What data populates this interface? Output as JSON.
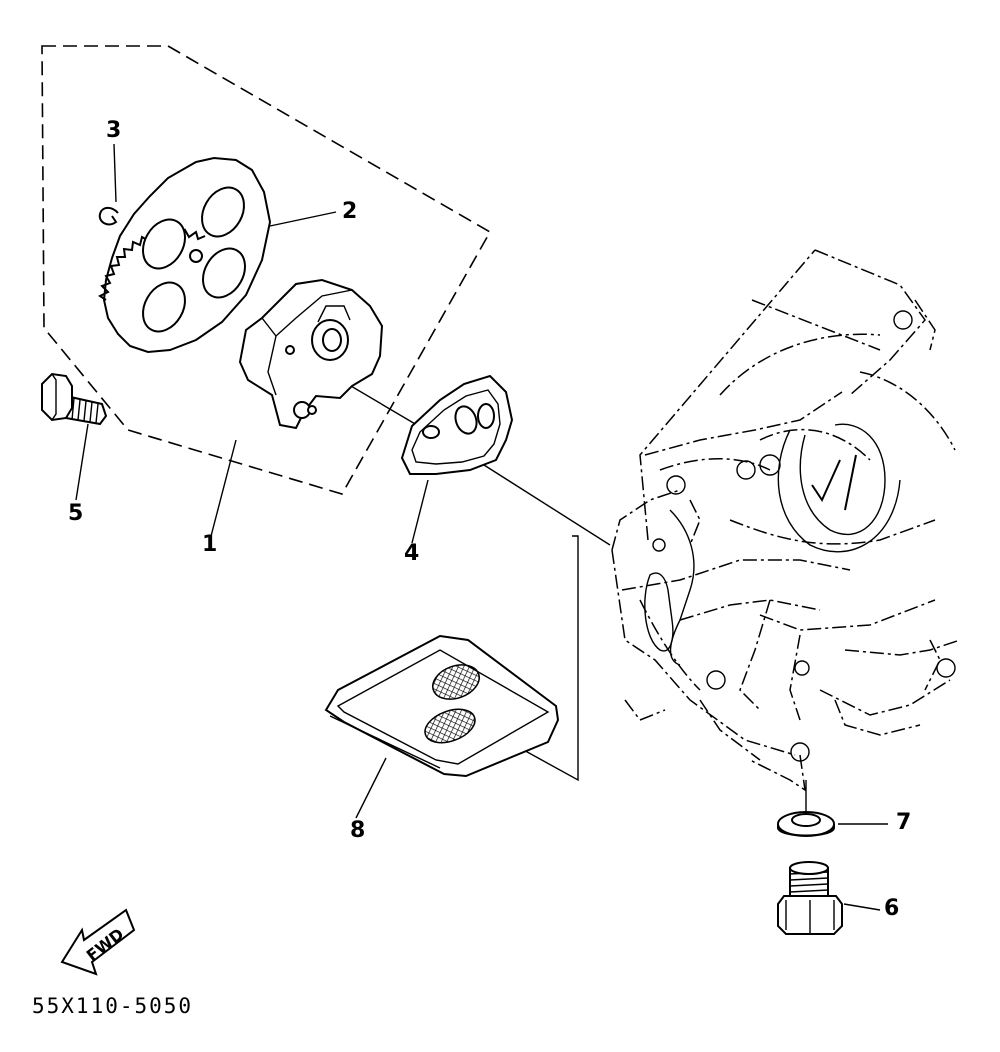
{
  "callouts": [
    {
      "id": "1",
      "label": "1"
    },
    {
      "id": "2",
      "label": "2"
    },
    {
      "id": "3",
      "label": "3"
    },
    {
      "id": "4",
      "label": "4"
    },
    {
      "id": "5",
      "label": "5"
    },
    {
      "id": "6",
      "label": "6"
    },
    {
      "id": "7",
      "label": "7"
    },
    {
      "id": "8",
      "label": "8"
    }
  ],
  "fwd_label": "FWD",
  "drawing_code": "55X110-5050"
}
